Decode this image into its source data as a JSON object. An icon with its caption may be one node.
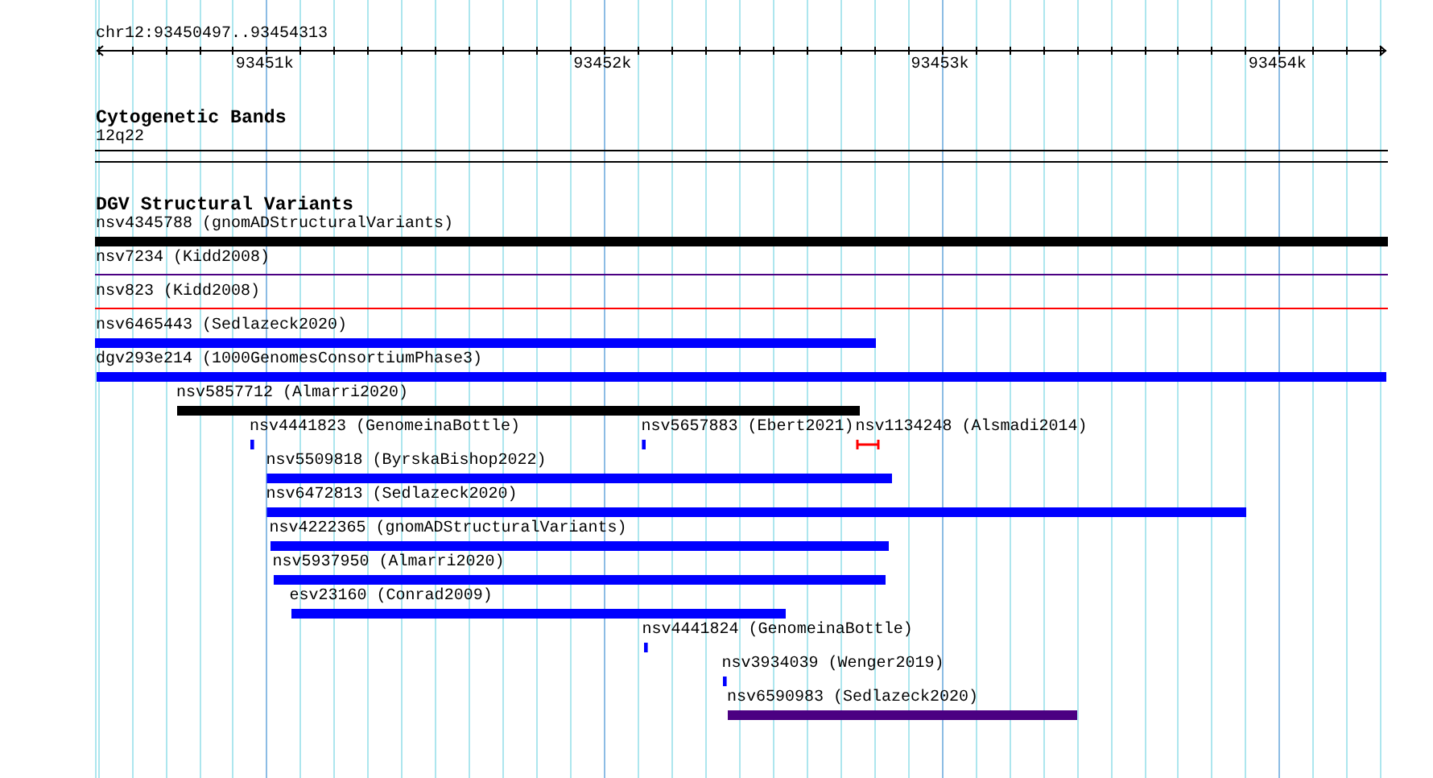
{
  "diagram": {
    "labels": [
      "chr12:93450497..93454313",
      "93451k",
      "93452k",
      "93453k",
      "93454k",
      "Cytogenetic Bands",
      "12q22",
      "DGV Structural Variants",
      "nsv4345788 (gnomADStructuralVariants)",
      "nsv7234 (Kidd2008)",
      "nsv823 (Kidd2008)",
      "nsv6465443 (Sedlazeck2020)",
      "dgv293e214 (1000GenomesConsortiumPhase3)",
      "nsv5857712 (Almarri2020)",
      "nsv4441823 (GenomeinaBottle)",
      "nsv5657883 (Ebert2021)",
      "nsv1134248 (Alsmadi2014)",
      "nsv5509818 (ByrskaBishop2022)",
      "nsv6472813 (Sedlazeck2020)",
      "nsv4222365 (gnomADStructuralVariants)",
      "nsv5937950 (Almarri2020)",
      "esv23160 (Conrad2009)",
      "nsv4441824 (GenomeinaBottle)",
      "nsv3934039 (Wenger2019)",
      "nsv6590983 (Sedlazeck2020)"
    ]
  }
}
